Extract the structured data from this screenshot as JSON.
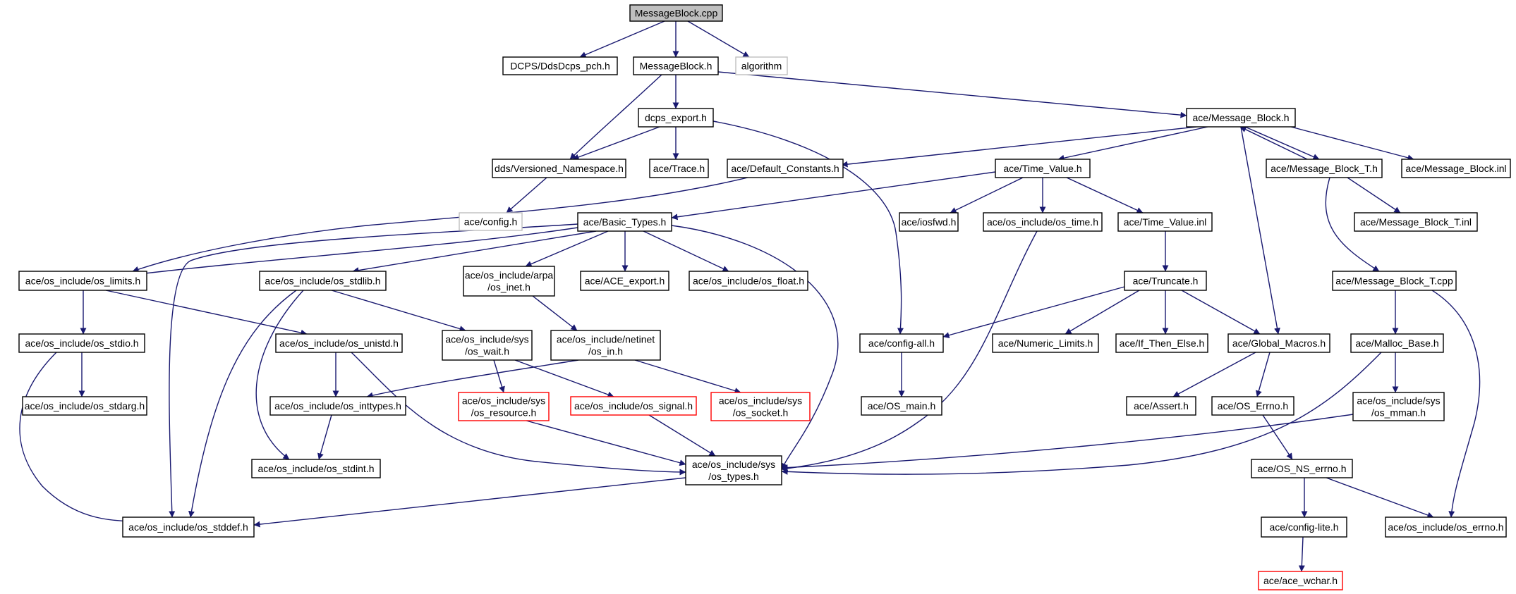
{
  "graph": {
    "colors": {
      "edge": "#191970",
      "root_fill": "#bfbfbf",
      "node_border": "#000000",
      "missing_border": "#bfbfbf",
      "truncated_border": "#ff0000"
    },
    "nodes": [
      {
        "id": "n_msgblock_cpp",
        "kind": "root",
        "lines": [
          "MessageBlock.cpp"
        ]
      },
      {
        "id": "n_dcps_pch",
        "kind": "normal",
        "lines": [
          "DCPS/DdsDcps_pch.h"
        ]
      },
      {
        "id": "n_msgblock_h",
        "kind": "normal",
        "lines": [
          "MessageBlock.h"
        ]
      },
      {
        "id": "n_algorithm",
        "kind": "missing",
        "lines": [
          "algorithm"
        ]
      },
      {
        "id": "n_dcps_export",
        "kind": "normal",
        "lines": [
          "dcps_export.h"
        ]
      },
      {
        "id": "n_ace_message_block",
        "kind": "normal",
        "lines": [
          "ace/Message_Block.h"
        ]
      },
      {
        "id": "n_versioned_ns",
        "kind": "normal",
        "lines": [
          "dds/Versioned_Namespace.h"
        ]
      },
      {
        "id": "n_trace",
        "kind": "normal",
        "lines": [
          "ace/Trace.h"
        ]
      },
      {
        "id": "n_default_constants",
        "kind": "normal",
        "lines": [
          "ace/Default_Constants.h"
        ]
      },
      {
        "id": "n_time_value",
        "kind": "normal",
        "lines": [
          "ace/Time_Value.h"
        ]
      },
      {
        "id": "n_message_block_t",
        "kind": "normal",
        "lines": [
          "ace/Message_Block_T.h"
        ]
      },
      {
        "id": "n_message_block_inl",
        "kind": "normal",
        "lines": [
          "ace/Message_Block.inl"
        ]
      },
      {
        "id": "n_ace_config",
        "kind": "missing",
        "lines": [
          "ace/config.h"
        ]
      },
      {
        "id": "n_basic_types",
        "kind": "normal",
        "lines": [
          "ace/Basic_Types.h"
        ]
      },
      {
        "id": "n_iosfwd",
        "kind": "normal",
        "lines": [
          "ace/iosfwd.h"
        ]
      },
      {
        "id": "n_os_time",
        "kind": "normal",
        "lines": [
          "ace/os_include/os_time.h"
        ]
      },
      {
        "id": "n_time_value_inl",
        "kind": "normal",
        "lines": [
          "ace/Time_Value.inl"
        ]
      },
      {
        "id": "n_message_block_t_inl",
        "kind": "normal",
        "lines": [
          "ace/Message_Block_T.inl"
        ]
      },
      {
        "id": "n_os_limits",
        "kind": "normal",
        "lines": [
          "ace/os_include/os_limits.h"
        ]
      },
      {
        "id": "n_os_stdlib",
        "kind": "normal",
        "lines": [
          "ace/os_include/os_stdlib.h"
        ]
      },
      {
        "id": "n_arpa_inet",
        "kind": "normal",
        "lines": [
          "ace/os_include/arpa",
          "/os_inet.h"
        ]
      },
      {
        "id": "n_ace_export",
        "kind": "normal",
        "lines": [
          "ace/ACE_export.h"
        ]
      },
      {
        "id": "n_os_float",
        "kind": "normal",
        "lines": [
          "ace/os_include/os_float.h"
        ]
      },
      {
        "id": "n_truncate",
        "kind": "normal",
        "lines": [
          "ace/Truncate.h"
        ]
      },
      {
        "id": "n_message_block_t_cpp",
        "kind": "normal",
        "lines": [
          "ace/Message_Block_T.cpp"
        ]
      },
      {
        "id": "n_os_stdio",
        "kind": "normal",
        "lines": [
          "ace/os_include/os_stdio.h"
        ]
      },
      {
        "id": "n_os_unistd",
        "kind": "normal",
        "lines": [
          "ace/os_include/os_unistd.h"
        ]
      },
      {
        "id": "n_sys_wait",
        "kind": "normal",
        "lines": [
          "ace/os_include/sys",
          "/os_wait.h"
        ]
      },
      {
        "id": "n_netinet_in",
        "kind": "normal",
        "lines": [
          "ace/os_include/netinet",
          "/os_in.h"
        ]
      },
      {
        "id": "n_config_all",
        "kind": "normal",
        "lines": [
          "ace/config-all.h"
        ]
      },
      {
        "id": "n_numeric_limits",
        "kind": "normal",
        "lines": [
          "ace/Numeric_Limits.h"
        ]
      },
      {
        "id": "n_if_then_else",
        "kind": "normal",
        "lines": [
          "ace/If_Then_Else.h"
        ]
      },
      {
        "id": "n_global_macros",
        "kind": "normal",
        "lines": [
          "ace/Global_Macros.h"
        ]
      },
      {
        "id": "n_malloc_base",
        "kind": "normal",
        "lines": [
          "ace/Malloc_Base.h"
        ]
      },
      {
        "id": "n_os_stdarg",
        "kind": "normal",
        "lines": [
          "ace/os_include/os_stdarg.h"
        ]
      },
      {
        "id": "n_os_inttypes",
        "kind": "normal",
        "lines": [
          "ace/os_include/os_inttypes.h"
        ]
      },
      {
        "id": "n_sys_resource",
        "kind": "truncated",
        "lines": [
          "ace/os_include/sys",
          "/os_resource.h"
        ]
      },
      {
        "id": "n_os_signal",
        "kind": "truncated",
        "lines": [
          "ace/os_include/os_signal.h"
        ]
      },
      {
        "id": "n_sys_socket",
        "kind": "truncated",
        "lines": [
          "ace/os_include/sys",
          "/os_socket.h"
        ]
      },
      {
        "id": "n_os_main",
        "kind": "normal",
        "lines": [
          "ace/OS_main.h"
        ]
      },
      {
        "id": "n_assert",
        "kind": "normal",
        "lines": [
          "ace/Assert.h"
        ]
      },
      {
        "id": "n_os_errno",
        "kind": "normal",
        "lines": [
          "ace/OS_Errno.h"
        ]
      },
      {
        "id": "n_sys_mman",
        "kind": "normal",
        "lines": [
          "ace/os_include/sys",
          "/os_mman.h"
        ]
      },
      {
        "id": "n_os_stdint",
        "kind": "normal",
        "lines": [
          "ace/os_include/os_stdint.h"
        ]
      },
      {
        "id": "n_sys_types",
        "kind": "normal",
        "lines": [
          "ace/os_include/sys",
          "/os_types.h"
        ]
      },
      {
        "id": "n_os_ns_errno",
        "kind": "normal",
        "lines": [
          "ace/OS_NS_errno.h"
        ]
      },
      {
        "id": "n_os_stddef",
        "kind": "normal",
        "lines": [
          "ace/os_include/os_stddef.h"
        ]
      },
      {
        "id": "n_config_lite",
        "kind": "normal",
        "lines": [
          "ace/config-lite.h"
        ]
      },
      {
        "id": "n_os_include_errno",
        "kind": "normal",
        "lines": [
          "ace/os_include/os_errno.h"
        ]
      },
      {
        "id": "n_ace_wchar",
        "kind": "truncated",
        "lines": [
          "ace/ace_wchar.h"
        ]
      }
    ],
    "edges": [
      {
        "from": "n_msgblock_cpp",
        "to": "n_dcps_pch"
      },
      {
        "from": "n_msgblock_cpp",
        "to": "n_msgblock_h"
      },
      {
        "from": "n_msgblock_cpp",
        "to": "n_algorithm"
      },
      {
        "from": "n_msgblock_h",
        "to": "n_dcps_export"
      },
      {
        "from": "n_msgblock_h",
        "to": "n_versioned_ns"
      },
      {
        "from": "n_msgblock_h",
        "to": "n_ace_message_block"
      },
      {
        "from": "n_dcps_export",
        "to": "n_versioned_ns"
      },
      {
        "from": "n_dcps_export",
        "to": "n_trace"
      },
      {
        "from": "n_dcps_export",
        "to": "n_config_all"
      },
      {
        "from": "n_versioned_ns",
        "to": "n_ace_config"
      },
      {
        "from": "n_ace_message_block",
        "to": "n_default_constants"
      },
      {
        "from": "n_ace_message_block",
        "to": "n_time_value"
      },
      {
        "from": "n_ace_message_block",
        "to": "n_message_block_t"
      },
      {
        "from": "n_ace_message_block",
        "to": "n_message_block_inl"
      },
      {
        "from": "n_ace_message_block",
        "to": "n_global_macros"
      },
      {
        "from": "n_message_block_t",
        "to": "n_ace_message_block"
      },
      {
        "from": "n_message_block_t",
        "to": "n_message_block_t_inl"
      },
      {
        "from": "n_message_block_t",
        "to": "n_message_block_t_cpp"
      },
      {
        "from": "n_default_constants",
        "to": "n_os_limits"
      },
      {
        "from": "n_time_value",
        "to": "n_basic_types"
      },
      {
        "from": "n_time_value",
        "to": "n_iosfwd"
      },
      {
        "from": "n_time_value",
        "to": "n_os_time"
      },
      {
        "from": "n_time_value",
        "to": "n_time_value_inl"
      },
      {
        "from": "n_basic_types",
        "to": "n_os_limits"
      },
      {
        "from": "n_basic_types",
        "to": "n_os_stdlib"
      },
      {
        "from": "n_basic_types",
        "to": "n_arpa_inet"
      },
      {
        "from": "n_basic_types",
        "to": "n_ace_export"
      },
      {
        "from": "n_basic_types",
        "to": "n_os_float"
      },
      {
        "from": "n_basic_types",
        "to": "n_os_stddef"
      },
      {
        "from": "n_basic_types",
        "to": "n_sys_types"
      },
      {
        "from": "n_os_time",
        "to": "n_sys_types"
      },
      {
        "from": "n_time_value_inl",
        "to": "n_truncate"
      },
      {
        "from": "n_truncate",
        "to": "n_config_all"
      },
      {
        "from": "n_truncate",
        "to": "n_numeric_limits"
      },
      {
        "from": "n_truncate",
        "to": "n_if_then_else"
      },
      {
        "from": "n_truncate",
        "to": "n_global_macros"
      },
      {
        "from": "n_message_block_t_cpp",
        "to": "n_malloc_base"
      },
      {
        "from": "n_message_block_t_cpp",
        "to": "n_os_include_errno"
      },
      {
        "from": "n_os_limits",
        "to": "n_os_stdio"
      },
      {
        "from": "n_os_limits",
        "to": "n_os_unistd"
      },
      {
        "from": "n_os_stdlib",
        "to": "n_sys_wait"
      },
      {
        "from": "n_os_stdlib",
        "to": "n_os_stddef"
      },
      {
        "from": "n_os_stdlib",
        "to": "n_os_stdint"
      },
      {
        "from": "n_arpa_inet",
        "to": "n_netinet_in"
      },
      {
        "from": "n_os_stdio",
        "to": "n_os_stdarg"
      },
      {
        "from": "n_os_stdio",
        "to": "n_os_stddef"
      },
      {
        "from": "n_os_unistd",
        "to": "n_os_inttypes"
      },
      {
        "from": "n_os_unistd",
        "to": "n_sys_types"
      },
      {
        "from": "n_sys_wait",
        "to": "n_sys_resource"
      },
      {
        "from": "n_sys_wait",
        "to": "n_os_signal"
      },
      {
        "from": "n_netinet_in",
        "to": "n_os_inttypes"
      },
      {
        "from": "n_netinet_in",
        "to": "n_sys_socket"
      },
      {
        "from": "n_config_all",
        "to": "n_os_main"
      },
      {
        "from": "n_global_macros",
        "to": "n_assert"
      },
      {
        "from": "n_global_macros",
        "to": "n_os_errno"
      },
      {
        "from": "n_malloc_base",
        "to": "n_sys_mman"
      },
      {
        "from": "n_malloc_base",
        "to": "n_sys_types"
      },
      {
        "from": "n_sys_mman",
        "to": "n_sys_types"
      },
      {
        "from": "n_os_inttypes",
        "to": "n_os_stdint"
      },
      {
        "from": "n_sys_resource",
        "to": "n_sys_types"
      },
      {
        "from": "n_os_signal",
        "to": "n_sys_types"
      },
      {
        "from": "n_os_errno",
        "to": "n_os_ns_errno"
      },
      {
        "from": "n_sys_types",
        "to": "n_os_stddef"
      },
      {
        "from": "n_os_ns_errno",
        "to": "n_config_lite"
      },
      {
        "from": "n_os_ns_errno",
        "to": "n_os_include_errno"
      },
      {
        "from": "n_config_lite",
        "to": "n_ace_wchar"
      }
    ]
  }
}
